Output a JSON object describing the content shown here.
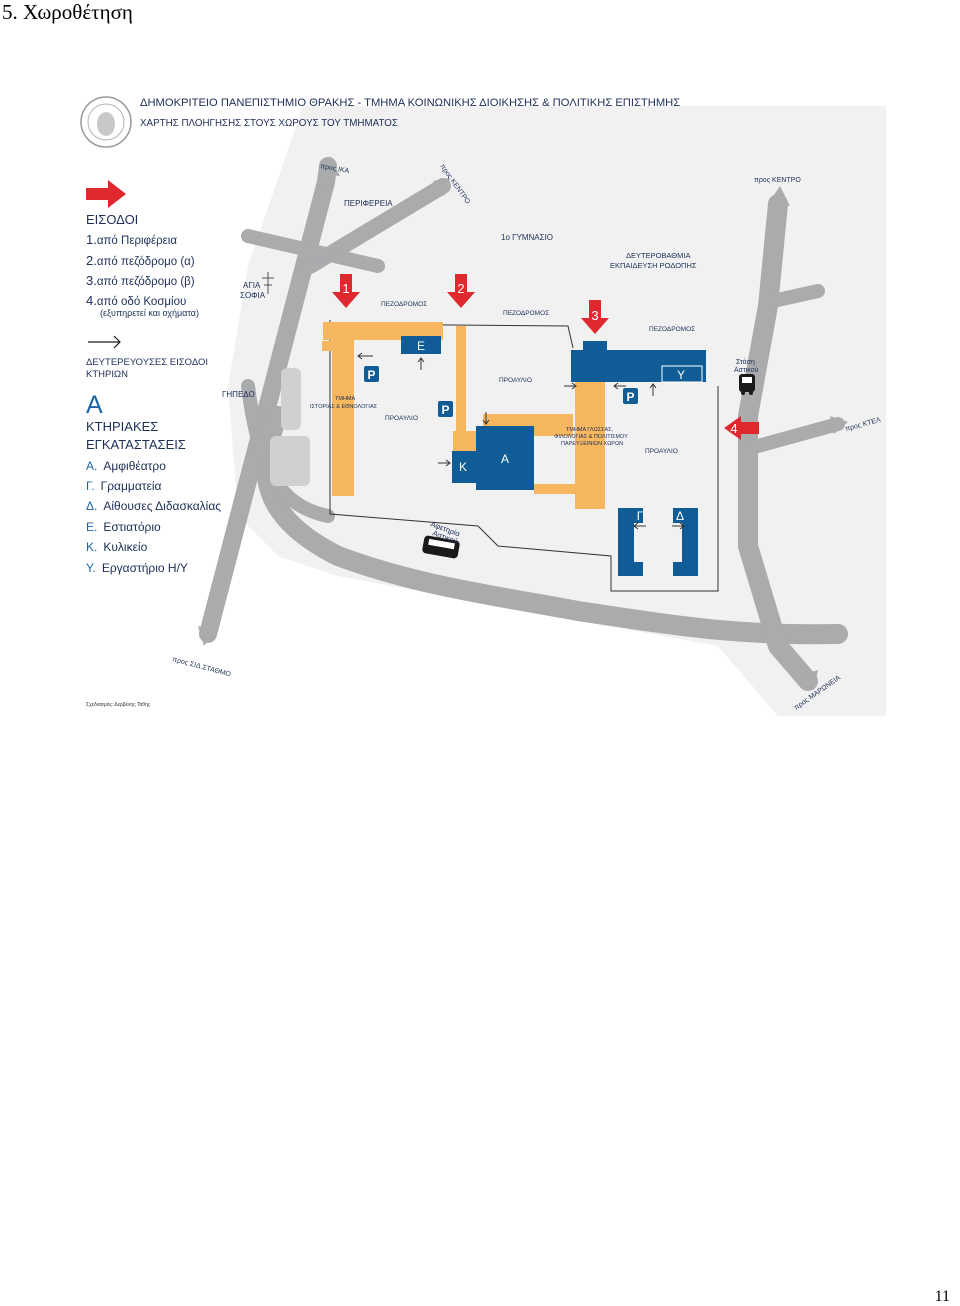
{
  "page": {
    "heading": "5. Χωροθέτηση",
    "page_number": "11"
  },
  "map": {
    "title": "ΔΗΜΟΚΡΙΤΕΙΟ ΠΑΝΕΠΙΣΤΗΜΙΟ ΘΡΑΚΗΣ - ΤΜΗΜΑ ΚΟΙΝΩΝΙΚΗΣ ΔΙΟΙΚΗΣΗΣ & ΠΟΛΙΤΙΚΗΣ ΕΠΙΣΤΗΜΗΣ",
    "subtitle": "ΧΑΡΤΗΣ ΠΛΟΗΓΗΣΗΣ ΣΤΟΥΣ ΧΩΡΟΥΣ ΤΟΥ ΤΜΗΜΑΤΟΣ",
    "credit": "Σχεδιασμός: Δερβένης Τάθης",
    "legend": {
      "entrances_title": "ΕΙΣΟΔΟΙ",
      "entrances": [
        {
          "num": "1.",
          "label": "από Περιφέρεια"
        },
        {
          "num": "2.",
          "label": "από πεζόδρομο (α)"
        },
        {
          "num": "3.",
          "label": "από πεζόδρομο (β)"
        },
        {
          "num": "4.",
          "label": "από οδό Κοσμίου"
        }
      ],
      "entrance4_note": "(εξυπηρετεί και οχήματα)",
      "secondary_line1": "ΔΕΥΤΕΡΕΥΟΥΣΕΣ ΕΙΣΟΔΟΙ",
      "secondary_line2": "ΚΤΗΡΙΩΝ",
      "building_letter": "Α",
      "facilities_line1": "ΚΤΗΡΙΑΚΕΣ",
      "facilities_line2": "ΕΓΚΑΤΑΣΤΑΣΕΙΣ",
      "facilities": [
        {
          "letter": "Α.",
          "label": "Αμφιθέατρο"
        },
        {
          "letter": "Γ.",
          "label": "Γραμματεία"
        },
        {
          "letter": "Δ.",
          "label": "Αίθουσες Διδασκαλίας"
        },
        {
          "letter": "Ε.",
          "label": "Εστιατόριο"
        },
        {
          "letter": "Κ.",
          "label": "Κυλικείο"
        },
        {
          "letter": "Υ.",
          "label": "Εργαστήριο Η/Υ"
        }
      ]
    },
    "places": {
      "pros_ika": "προς ΙΚΑ",
      "pros_kentro_top": "προς ΚΕΝΤΡΟ",
      "pros_kentro_right": "προς ΚΕΝΤΡΟ",
      "periferia": "ΠΕΡΙΦΕΡΕΙΑ",
      "gymnasio": "1ο ΓΥΜΝΑΣΙΟ",
      "deutero_line1": "ΔΕΥΤΕΡΟΒΑΘΜΙΑ",
      "deutero_line2": "ΕΚΠΑΙΔΕΥΣΗ ΡΟΔΟΠΗΣ",
      "agia_line1": "ΑΓΙΑ",
      "agia_line2": "ΣΟΦΙΑ",
      "pezodromos_1": "ΠΕΖΟΔΡΟΜΟΣ",
      "pezodromos_2": "ΠΕΖΟΔΡΟΜΟΣ",
      "pezodromos_3": "ΠΕΖΟΔΡΟΜΟΣ",
      "stasi_line1": "Στάση",
      "stasi_line2": "Αστικού",
      "gipedo": "ΓΗΠΕΔΟ",
      "proaulio_1": "ΠΡΟΑΥΛΙΟ",
      "proaulio_2": "ΠΡΟΑΥΛΙΟ",
      "proaulio_3": "ΠΡΟΑΥΛΙΟ",
      "tmima_istorias_line1": "ΤΜΗΜΑ",
      "tmima_istorias_line2": "ΙΣΤΟΡΙΑΣ & ΕΘΝΟΛΟΓΙΑΣ",
      "tmima_glossas_line1": "ΤΜΗΜΑ ΓΛΩΣΣΑΣ,",
      "tmima_glossas_line2": "ΦΙΛΟΛΟΓΙΑΣ & ΠΟΛΙΤΙΣΜΟΥ",
      "tmima_glossas_line3": "ΠΑΡΕΥΞΕΙΝΙΩΝ ΧΩΡΩΝ",
      "pros_ktel": "προς ΚΤΕΛ",
      "afetiria_line1": "Αφετηρία",
      "afetiria_line2": "Αστικού",
      "pros_stathmo": "προς ΣΙΔ.ΣΤΑΘΜΟ",
      "pros_maroneia": "προς ΜΑΡΩΝΕΙΑ"
    },
    "entrance_markers": [
      "1",
      "2",
      "3",
      "4"
    ],
    "buildings": {
      "E": "Ε",
      "A": "Α",
      "K": "Κ",
      "Y": "Υ",
      "G": "Γ",
      "D": "Δ"
    },
    "parking": [
      "P",
      "P",
      "P"
    ],
    "colors": {
      "building_orange": "#f6b75f",
      "building_blue": "#0f5c96",
      "road_gray": "#a9abad",
      "area_light": "#ececec",
      "entrance_red": "#e0282f",
      "text_dark": "#1d2f57"
    },
    "icons": [
      "democritus-seal-icon",
      "red-arrow-icon",
      "black-arrow-icon",
      "church-cross-icon",
      "bus-icon",
      "parking-icon"
    ]
  }
}
